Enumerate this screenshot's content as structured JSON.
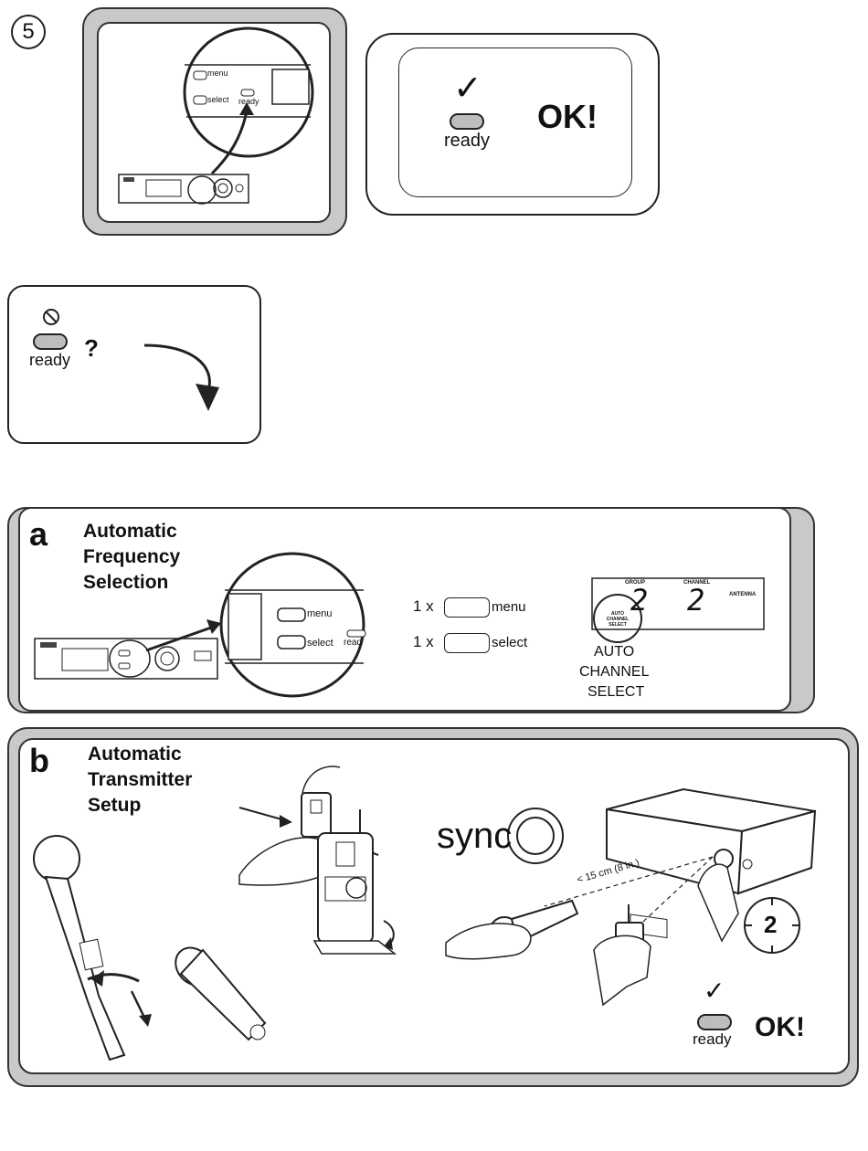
{
  "step": {
    "number": "5"
  },
  "step5": {
    "menu_label": "menu",
    "select_label": "select",
    "ready_label": "ready"
  },
  "ok_box": {
    "checkmark": "✓",
    "ready_label": "ready",
    "ok_text": "OK!"
  },
  "notready_box": {
    "ready_label": "ready",
    "question": "?"
  },
  "section_a": {
    "letter": "a",
    "title_line1": "Automatic",
    "title_line2": "Frequency",
    "title_line3": "Selection",
    "zoom_menu": "menu",
    "zoom_select": "select",
    "zoom_ready": "read",
    "press_menu_count": "1 x",
    "press_menu_label": "menu",
    "press_select_count": "1 x",
    "press_select_label": "select",
    "display_group_label": "GROUP",
    "display_channel_label": "CHANNEL",
    "display_antenna_label": "ANTENNA",
    "display_group_value": "2",
    "display_channel_value": "2",
    "display_auto_small": "AUTO CHANNEL SELECT",
    "auto_line1": "AUTO",
    "auto_line2": "CHANNEL",
    "auto_line3": "SELECT"
  },
  "section_b": {
    "letter": "b",
    "title_line1": "Automatic",
    "title_line2": "Transmitter",
    "title_line3": "Setup",
    "sync_label": "sync",
    "distance_label": "< 15 cm (8 in.)",
    "timer_value": "2",
    "checkmark": "✓",
    "ready_label": "ready",
    "ok_text": "OK!"
  },
  "colors": {
    "panel_gray": "#c9c9c9",
    "outline": "#333333",
    "pill": "#bdbdbd"
  }
}
